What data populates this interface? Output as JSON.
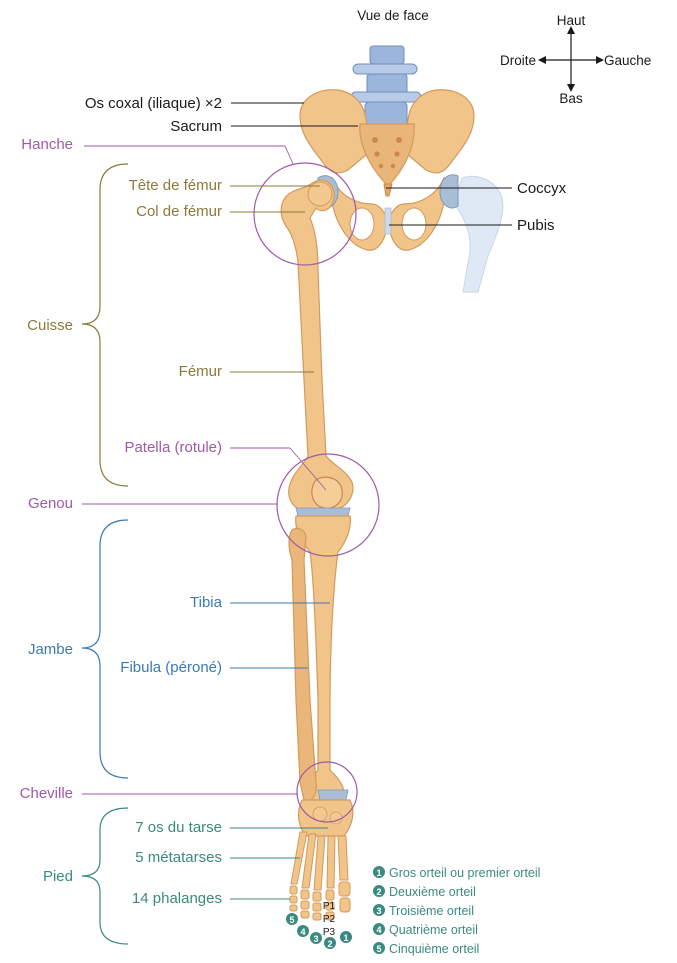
{
  "title": "Vue de face",
  "compass": {
    "up": "Haut",
    "down": "Bas",
    "left": "Droite",
    "right": "Gauche"
  },
  "colors": {
    "bone": "#f1c48a",
    "bone_shadow": "#d49a5c",
    "cartilage": "#a9bed6",
    "vertebra": "#9bb6dc",
    "ghost_bone": "#dfe8f5",
    "olive": "#8a7a3c",
    "purple": "#a05aa8",
    "blue": "#3d78b4",
    "teal": "#3b8a80",
    "dark": "#1a1a1a"
  },
  "labels": {
    "os_coxal": "Os coxal (iliaque) ×2",
    "sacrum": "Sacrum",
    "coccyx": "Coccyx",
    "pubis": "Pubis",
    "hanche": "Hanche",
    "tete_femur": "Tête de fémur",
    "col_femur": "Col de fémur",
    "cuisse": "Cuisse",
    "femur": "Fémur",
    "patella": "Patella (rotule)",
    "genou": "Genou",
    "tibia": "Tibia",
    "jambe": "Jambe",
    "fibula": "Fibula (péroné)",
    "cheville": "Cheville",
    "tarse": "7 os du tarse",
    "metatarses": "5 métatarses",
    "phalanges": "14 phalanges",
    "pied": "Pied"
  },
  "phalanx_labels": [
    "P1",
    "P2",
    "P3"
  ],
  "toes": [
    {
      "num": "1",
      "text": "Gros orteil ou premier orteil"
    },
    {
      "num": "2",
      "text": "Deuxième orteil"
    },
    {
      "num": "3",
      "text": "Troisième orteil"
    },
    {
      "num": "4",
      "text": "Quatrième orteil"
    },
    {
      "num": "5",
      "text": "Cinquième orteil"
    }
  ]
}
